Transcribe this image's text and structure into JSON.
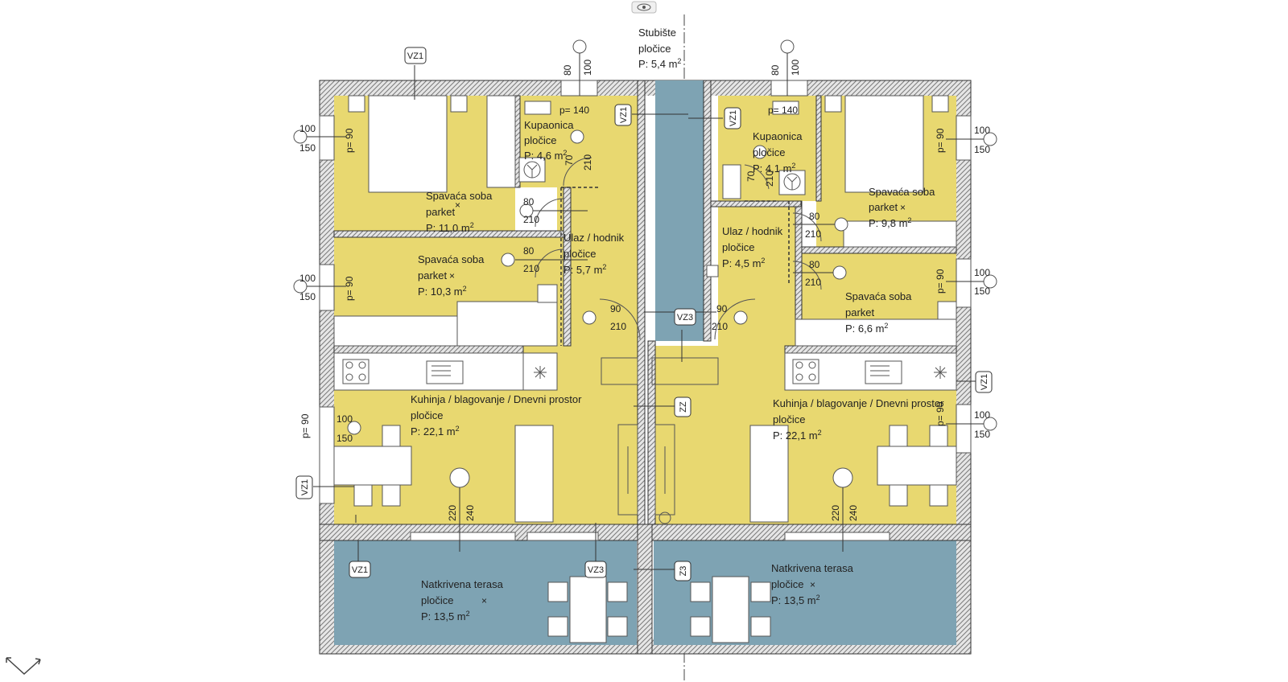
{
  "toolbar": {
    "view_icon": "eye-icon"
  },
  "colors": {
    "floor_yellow": "#e8d870",
    "floor_blue": "#7ea3b3",
    "wall_hatch": "#9a9a9a"
  },
  "stair": {
    "name": "Stubište",
    "material": "pločice",
    "area": "P: 5,4 m",
    "sup": "2"
  },
  "rooms": {
    "bedroom_1": {
      "name": "Spavaća soba",
      "material": "parket",
      "area": "P: 11,0 m",
      "sup": "2"
    },
    "bathroom_l": {
      "name": "Kupaonica",
      "material": "pločice",
      "area": "P: 4,6 m",
      "sup": "2"
    },
    "bedroom_2": {
      "name": "Spavaća soba",
      "material": "parket",
      "area": "P: 10,3 m",
      "sup": "2"
    },
    "hall_l": {
      "name": "Ulaz / hodnik",
      "material": "pločice",
      "area": "P: 5,7 m",
      "sup": "2"
    },
    "living_l": {
      "name": "Kuhinja / blagovanje / Dnevni prostor",
      "material": "pločice",
      "area": "P: 22,1 m",
      "sup": "2"
    },
    "terrace_l": {
      "name": "Natkrivena terasa",
      "material": "pločice",
      "area": "P: 13,5 m",
      "sup": "2"
    },
    "bathroom_r": {
      "name": "Kupaonica",
      "material": "pločice",
      "area": "P: 4,1 m",
      "sup": "2"
    },
    "bedroom_3": {
      "name": "Spavaća soba",
      "material": "parket",
      "area": "P: 9,8 m",
      "sup": "2"
    },
    "hall_r": {
      "name": "Ulaz / hodnik",
      "material": "pločice",
      "area": "P: 4,5 m",
      "sup": "2"
    },
    "bedroom_4": {
      "name": "Spavaća soba",
      "material": "parket",
      "area": "P: 6,6 m",
      "sup": "2"
    },
    "living_r": {
      "name": "Kuhinja / blagovanje / Dnevni prostor",
      "material": "pločice",
      "area": "P: 22,1 m",
      "sup": "2"
    },
    "terrace_r": {
      "name": "Natkrivena terasa",
      "material": "pločice",
      "area": "P: 13,5 m",
      "sup": "2"
    }
  },
  "dims": {
    "w80": "80",
    "w100": "100",
    "w150": "150",
    "w90": "90",
    "w140": "140",
    "h210": "210",
    "h70": "70",
    "h220": "220",
    "h240": "240",
    "p90": "p= 90",
    "p140": "p= 140",
    "mark_x": "×"
  },
  "tags": {
    "vz1": "VZ1",
    "vz3": "VZ3",
    "zz": "ZZ",
    "z3": "Z3"
  }
}
